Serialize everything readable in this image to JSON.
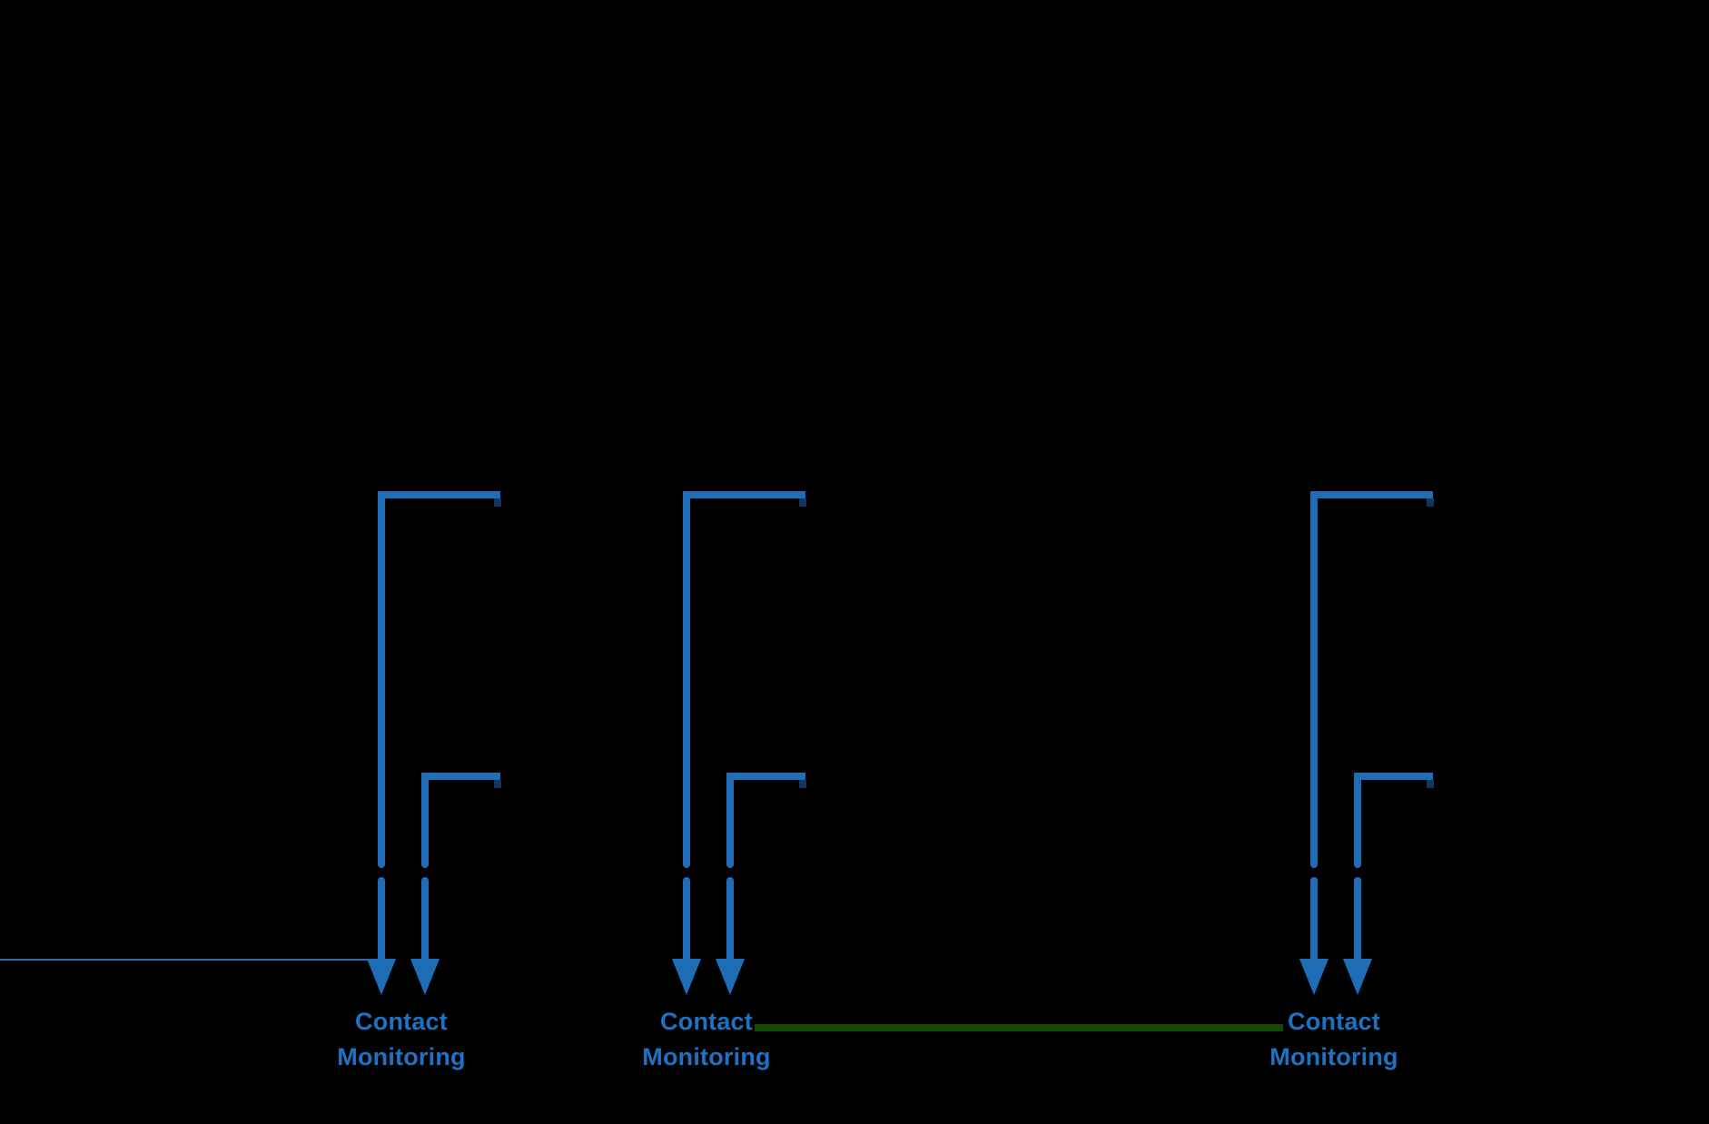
{
  "colors": {
    "background": "#000000",
    "line": "#1F6DB7",
    "text": "#1E72C4",
    "thin_line": "#2E6FB0",
    "connector": "#134806"
  },
  "groups": [
    {
      "name": "left",
      "line1": "Contact",
      "line2": "Monitoring"
    },
    {
      "name": "middle",
      "line1": "Contact",
      "line2": "Monitoring"
    },
    {
      "name": "right",
      "line1": "Contact",
      "line2": "Monitoring"
    }
  ]
}
